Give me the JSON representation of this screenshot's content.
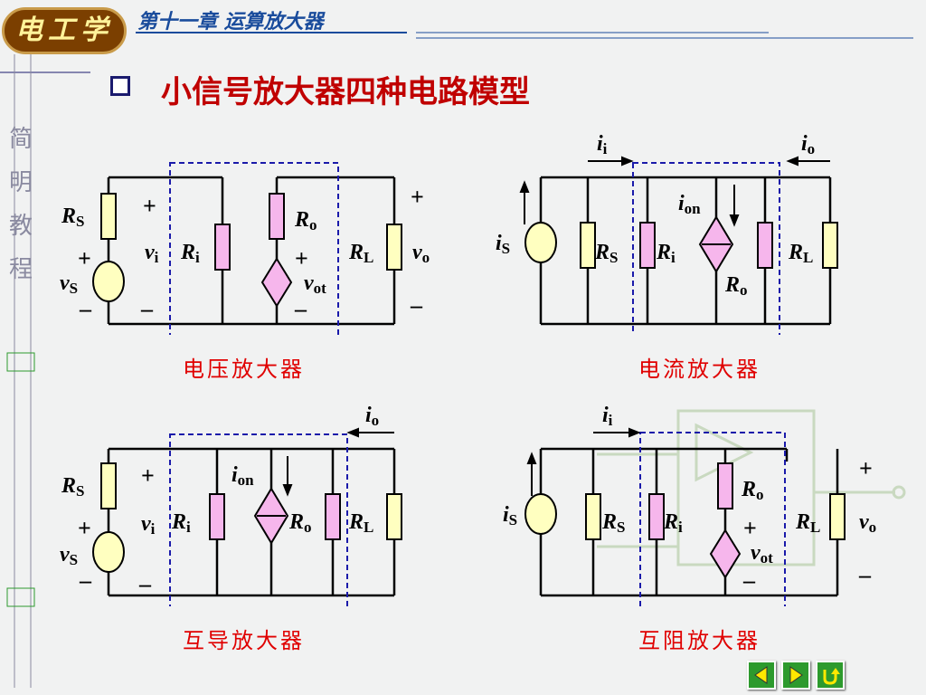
{
  "header": {
    "logo_text": "电工学",
    "chapter": "第十一章  运算放大器"
  },
  "slide_title": "小信号放大器四种电路模型",
  "sidebar_text": [
    "简",
    "明",
    "教",
    "程"
  ],
  "circuits": {
    "voltage": {
      "caption": "电压放大器"
    },
    "current": {
      "caption": "电流放大器"
    },
    "transconductance": {
      "caption": "互导放大器"
    },
    "transresistance": {
      "caption": "互阻放大器"
    }
  },
  "symbols": {
    "R": "R",
    "v": "v",
    "i": "i",
    "S": "S",
    "i_sub": "i",
    "o": "o",
    "L": "L",
    "ot": "ot",
    "on": "on",
    "plus": "+",
    "minus": "–"
  },
  "nav": {
    "prev_icon": "prev-arrow-icon",
    "next_icon": "next-arrow-icon",
    "return_icon": "return-icon"
  },
  "colors": {
    "title": "#c00000",
    "caption": "#e00000",
    "resistor_yellow": "#ffffc0",
    "resistor_pink": "#f6b6ec",
    "dashed_box": "#1a1aaa"
  }
}
